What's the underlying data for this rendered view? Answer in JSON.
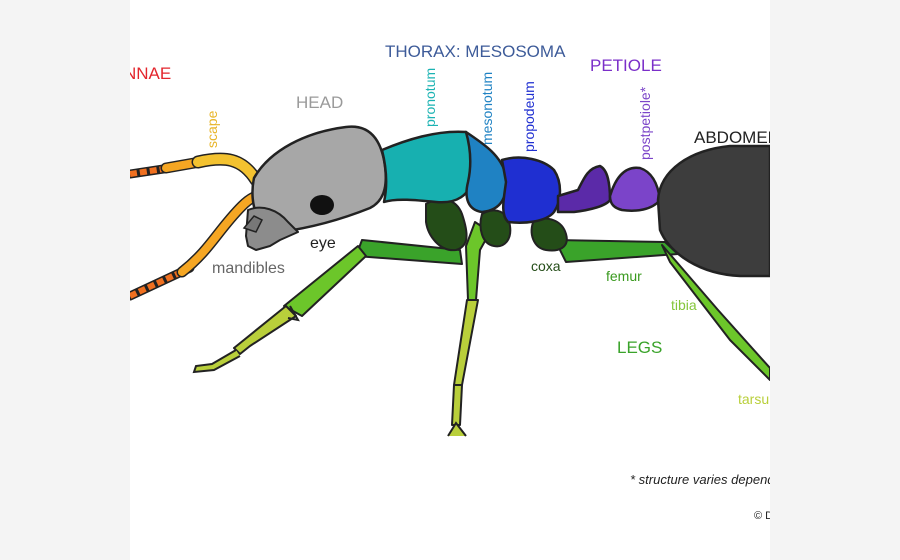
{
  "colors": {
    "antennae": "#e3262d",
    "thorax": "#3d5b99",
    "petiole": "#7b2fc9",
    "head": "#9a9a9a",
    "scape": "#e8b52a",
    "pronotum": "#1bb3b3",
    "mesonotum": "#1f82c3",
    "propodeum": "#1f2fd1",
    "postpetiole": "#7b44c9",
    "coxa": "#244d18",
    "femur": "#3a9a1f",
    "tibia": "#84c63a",
    "legs": "#3aa32a",
    "tarsus": "#b9cf3b",
    "text_dark": "#222222"
  },
  "labels": {
    "antennae": "NNAE",
    "thorax": "THORAX: MESOSOMA",
    "petiole": "PETIOLE",
    "head": "HEAD",
    "scape": "scape",
    "pronotum": "pronotum",
    "mesonotum": "mesonotum",
    "propodeum": "propodeum",
    "postpetiole": "postpetiole*",
    "abdomen": "ABDOMEN",
    "eye": "eye",
    "mandibles": "mandibles",
    "coxa": "coxa",
    "femur": "femur",
    "tibia": "tibia",
    "legs": "LEGS",
    "tarsus": "tarsu",
    "footnote": "* structure varies dependin",
    "credit": "© D"
  }
}
